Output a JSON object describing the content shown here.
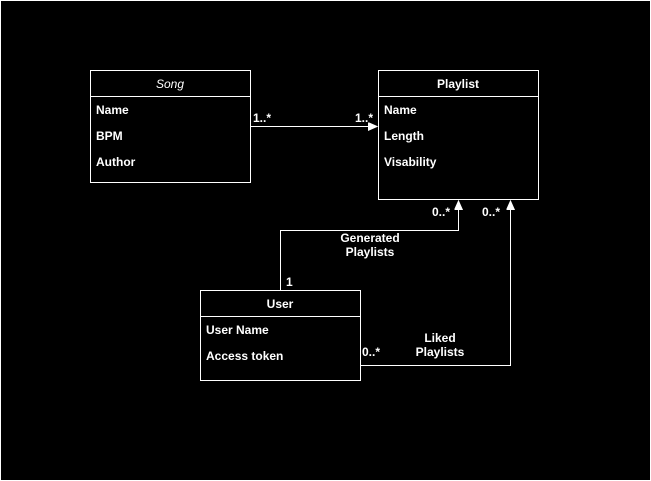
{
  "classes": {
    "song": {
      "name": "Song",
      "attributes": [
        "Name",
        "BPM",
        "Author"
      ]
    },
    "playlist": {
      "name": "Playlist",
      "attributes": [
        "Name",
        "Length",
        "Visability"
      ]
    },
    "user": {
      "name": "User",
      "attributes": [
        "User Name",
        "Access token"
      ]
    }
  },
  "associations": {
    "song_playlist": {
      "source_mult": "1..*",
      "target_mult": "1..*"
    },
    "generated": {
      "label_line1": "Generated",
      "label_line2": "Playlists",
      "source_mult": "1",
      "target_mult": "0..*"
    },
    "liked": {
      "label_line1": "Liked",
      "label_line2": "Playlists",
      "source_mult": "0..*",
      "target_mult": "0..*"
    }
  },
  "colors": {
    "background": "#000000",
    "foreground": "#ffffff"
  }
}
